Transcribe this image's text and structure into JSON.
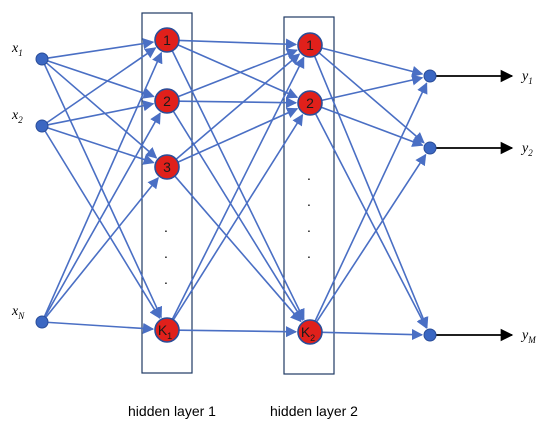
{
  "colors": {
    "edge": "#4a6fc4",
    "io_node": "#3b67c2",
    "hidden_node": "#e0201b",
    "box": "#1f3a63",
    "arrow": "#000000"
  },
  "inputs": [
    {
      "base": "x",
      "sub": "1"
    },
    {
      "base": "x",
      "sub": "2"
    },
    {
      "base": "x",
      "sub": "N"
    }
  ],
  "hidden_layer_1": {
    "caption": "hidden layer 1",
    "nodes": [
      {
        "base": "1",
        "sub": ""
      },
      {
        "base": "2",
        "sub": ""
      },
      {
        "base": "3",
        "sub": ""
      },
      {
        "base": "K",
        "sub": "1"
      }
    ],
    "ellipsis": ".",
    "ellipsis_rows": 3
  },
  "hidden_layer_2": {
    "caption": "hidden layer 2",
    "nodes": [
      {
        "base": "1",
        "sub": ""
      },
      {
        "base": "2",
        "sub": ""
      },
      {
        "base": "K",
        "sub": "2"
      }
    ],
    "ellipsis": ".",
    "ellipsis_rows": 4
  },
  "outputs": [
    {
      "base": "y",
      "sub": "1"
    },
    {
      "base": "y",
      "sub": "2"
    },
    {
      "base": "y",
      "sub": "M"
    }
  ]
}
